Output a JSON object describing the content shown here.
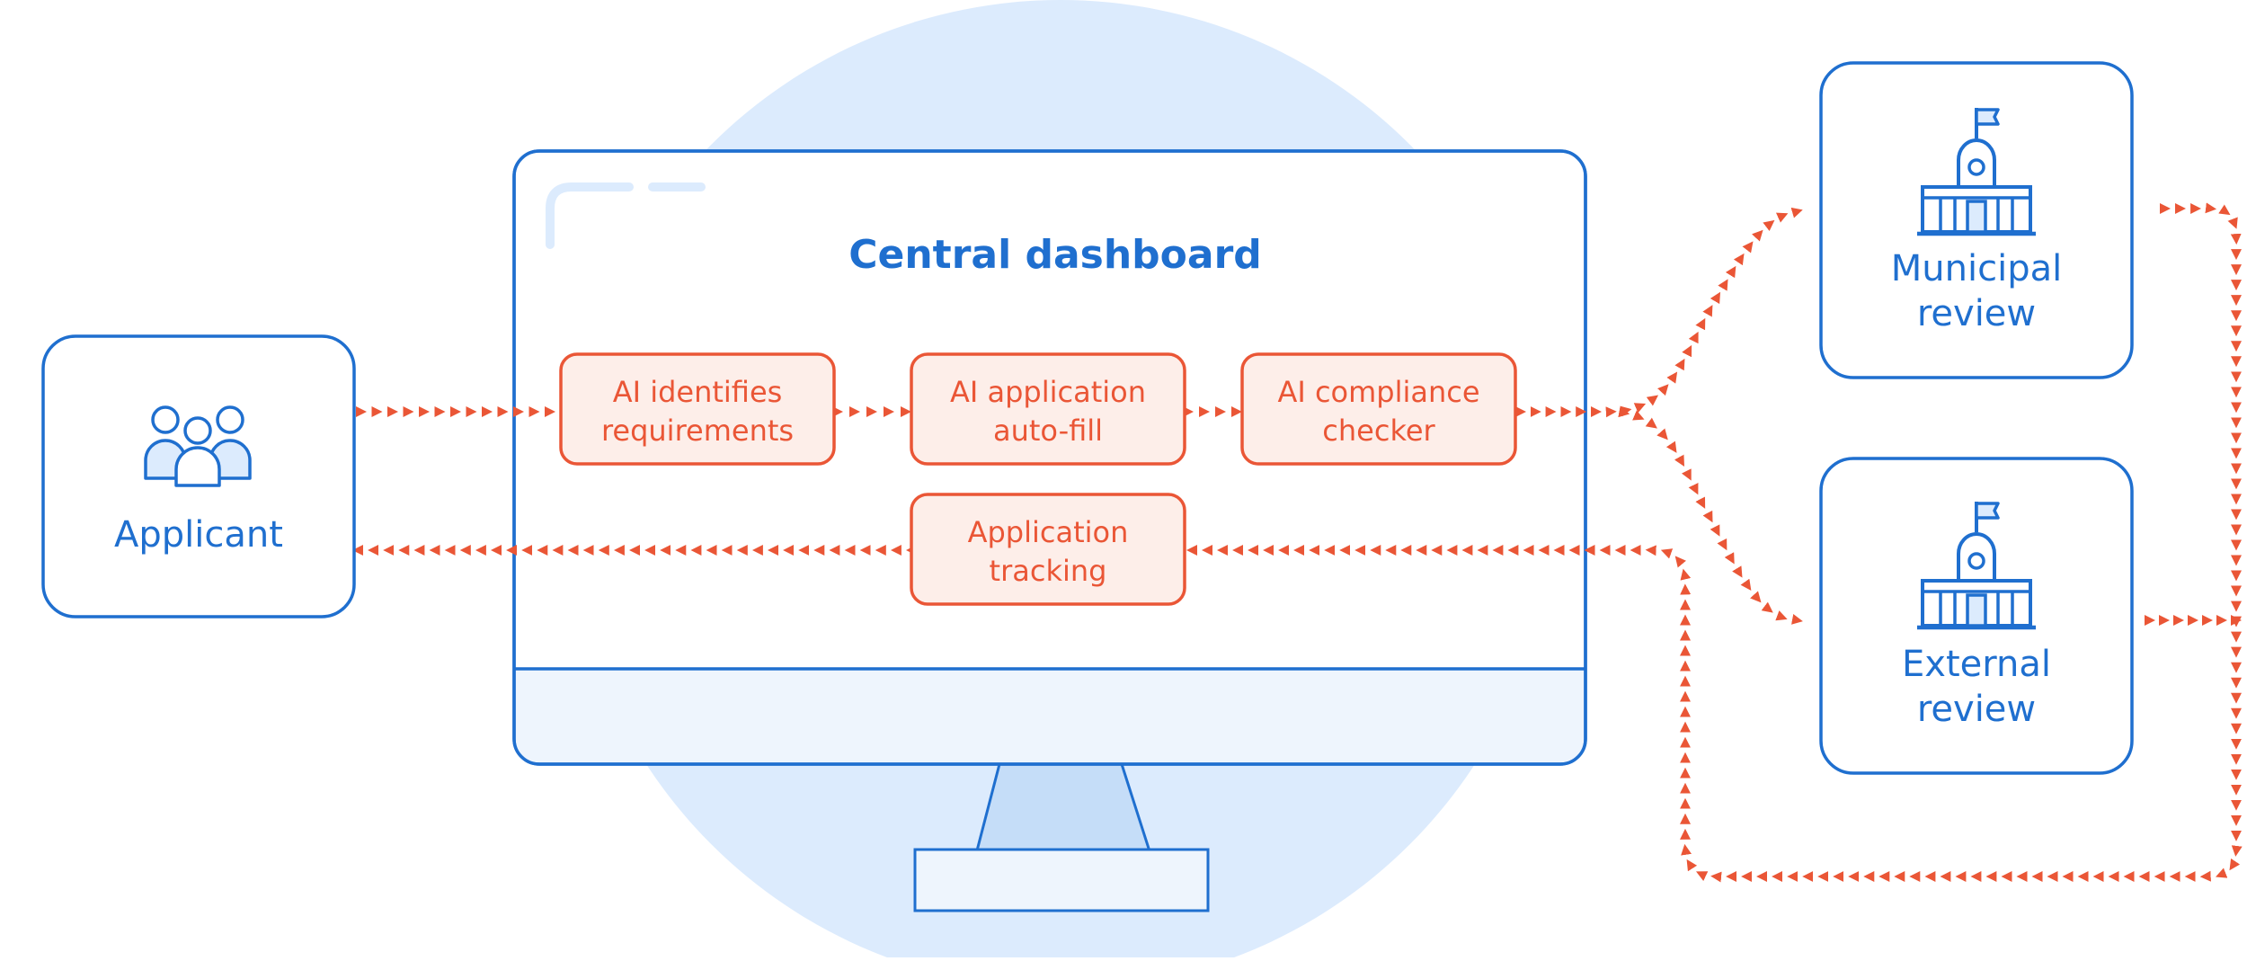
{
  "dashboard": {
    "title": "Central dashboard"
  },
  "applicant": {
    "label": "Applicant",
    "icon": "users-icon"
  },
  "steps": [
    {
      "line1": "AI identifies",
      "line2": "requirements"
    },
    {
      "line1": "AI application",
      "line2": "auto-fill"
    },
    {
      "line1": "AI compliance",
      "line2": "checker"
    }
  ],
  "tracking": {
    "line1": "Application",
    "line2": "tracking"
  },
  "reviews": {
    "municipal": {
      "line1": "Municipal",
      "line2": "review",
      "icon": "building-icon"
    },
    "external": {
      "line1": "External",
      "line2": "review",
      "icon": "building-icon"
    }
  },
  "colors": {
    "blue": "#1f6fcf",
    "light_blue": "#dcebfd",
    "orange": "#ea5636",
    "orange_fill": "#fdeee9"
  }
}
